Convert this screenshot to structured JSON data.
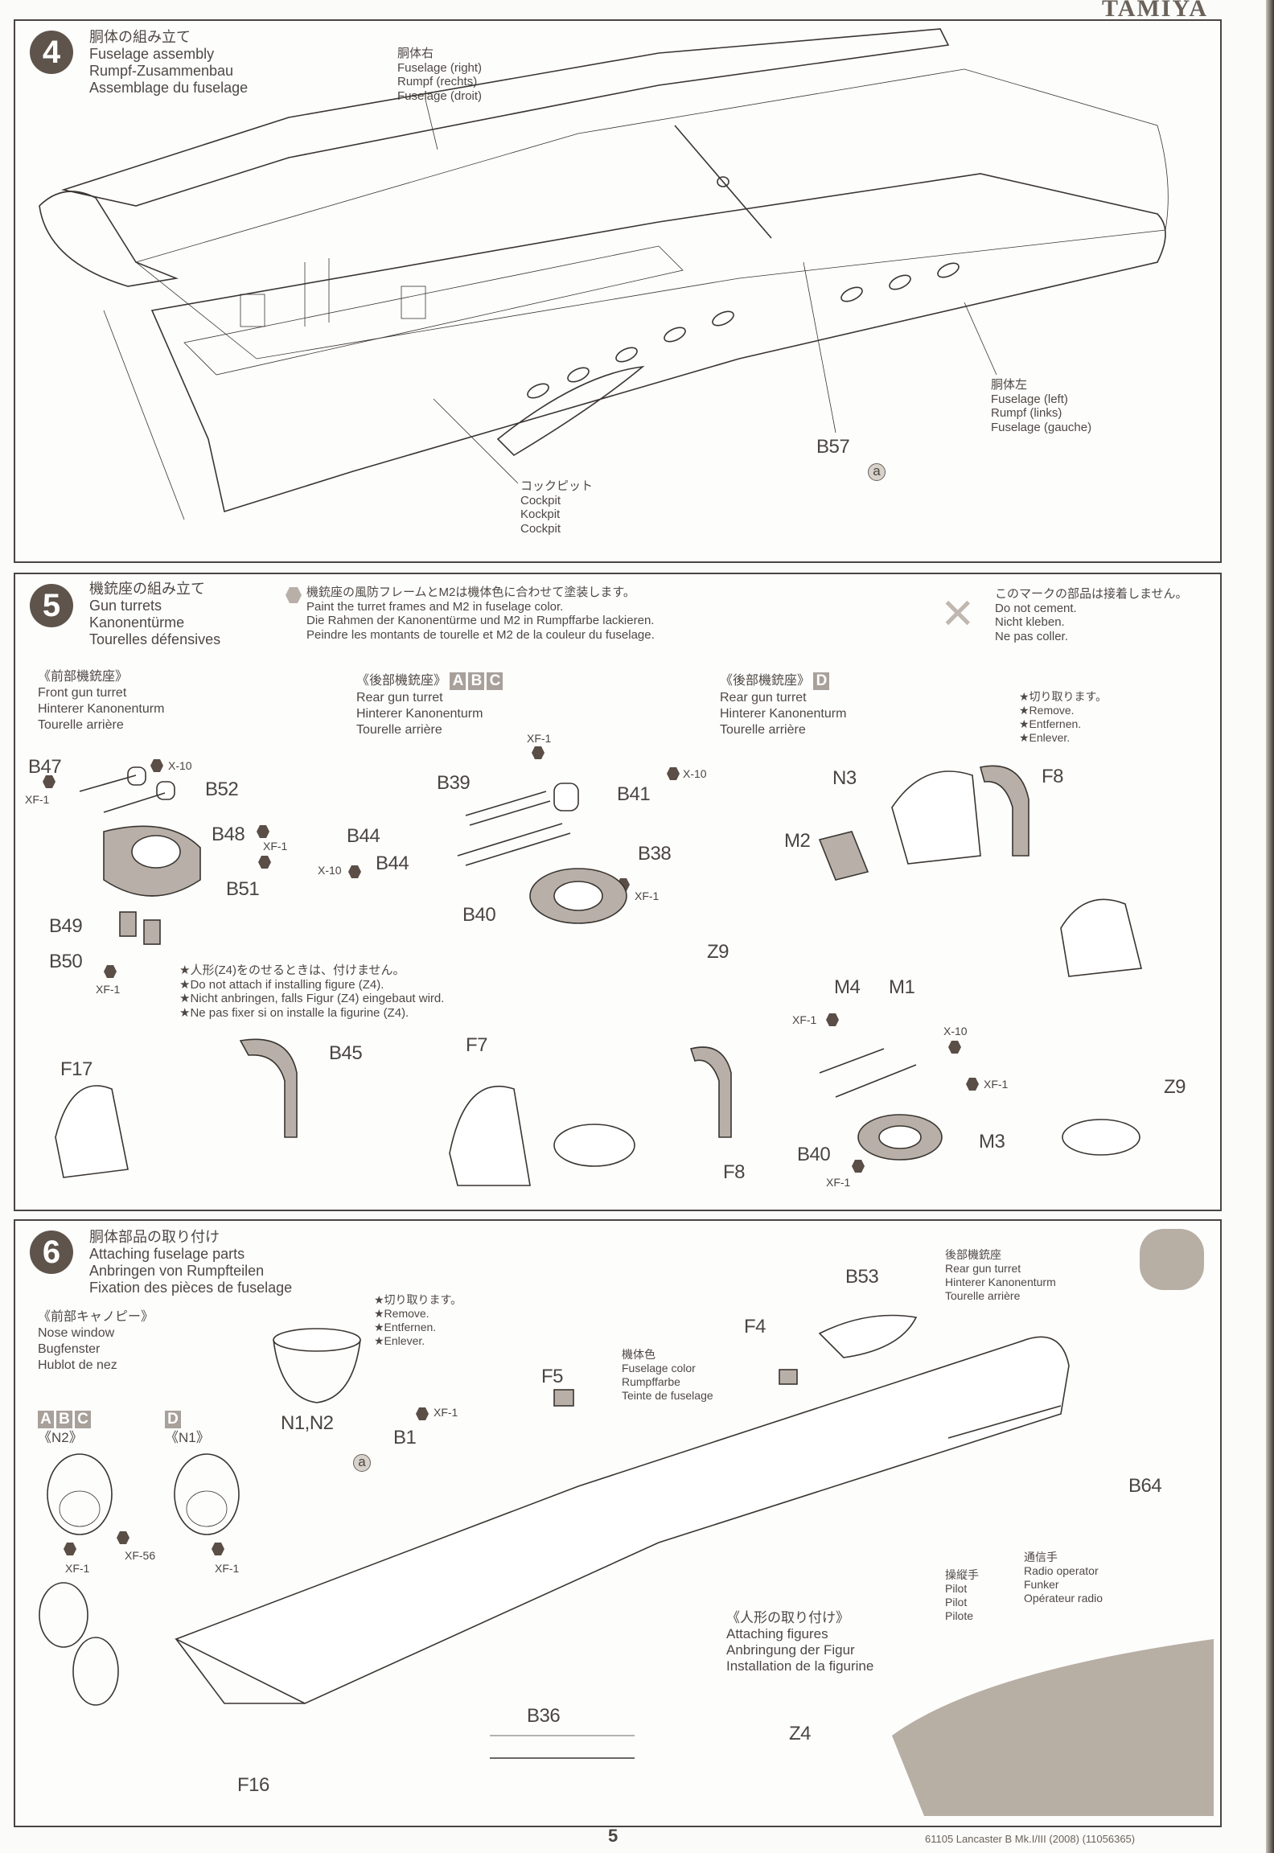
{
  "brand": "TAMIYA",
  "page_number": "5",
  "footer": "61105 Lancaster B Mk.I/III (2008) (11056365)",
  "step4": {
    "number": "4",
    "title": [
      "胴体の組み立て",
      "Fuselage assembly",
      "Rumpf-Zusammenbau",
      "Assemblage du fuselage"
    ],
    "fuselage_right": [
      "胴体右",
      "Fuselage (right)",
      "Rumpf (rechts)",
      "Fuselage (droit)"
    ],
    "fuselage_left": [
      "胴体左",
      "Fuselage (left)",
      "Rumpf (links)",
      "Fuselage (gauche)"
    ],
    "cockpit": [
      "コックピット",
      "Cockpit",
      "Kockpit",
      "Cockpit"
    ],
    "parts": {
      "b57": "B57",
      "marker_a": "a"
    }
  },
  "step5": {
    "number": "5",
    "title": [
      "機銃座の組み立て",
      "Gun turrets",
      "Kanonentürme",
      "Tourelles défensives"
    ],
    "paint_note": [
      "機銃座の風防フレームとM2は機体色に合わせて塗装します。",
      "Paint the turret frames and M2 in fuselage color.",
      "Die Rahmen der Kanonentürme und M2 in Rumpffarbe lackieren.",
      "Peindre les montants de tourelle et M2 de la couleur du fuselage."
    ],
    "no_cement": [
      "このマークの部品は接着しません。",
      "Do not cement.",
      "Nicht kleben.",
      "Ne pas coller."
    ],
    "front_turret": [
      "《前部機銃座》",
      "Front gun turret",
      "Hinterer Kanonenturm",
      "Tourelle arrière"
    ],
    "rear_turret_abc": {
      "heading": "《後部機銃座》",
      "variants": [
        "A",
        "B",
        "C"
      ],
      "lines": [
        "Rear gun turret",
        "Hinterer Kanonenturm",
        "Tourelle arrière"
      ]
    },
    "rear_turret_d": {
      "heading": "《後部機銃座》",
      "variants": [
        "D"
      ],
      "lines": [
        "Rear gun turret",
        "Hinterer Kanonenturm",
        "Tourelle arrière"
      ]
    },
    "remove_note": [
      "★切り取ります。",
      "★Remove.",
      "★Entfernen.",
      "★Enlever."
    ],
    "figure_note": [
      "★人形(Z4)をのせるときは、付けません。",
      "★Do not attach if installing figure (Z4).",
      "★Nicht anbringen, falls Figur (Z4) eingebaut wird.",
      "★Ne pas fixer si on installe la figurine (Z4)."
    ],
    "parts": {
      "b47": "B47",
      "b52": "B52",
      "b48": "B48",
      "b51": "B51",
      "b49": "B49",
      "b50": "B50",
      "b39": "B39",
      "b41": "B41",
      "b44a": "B44",
      "b44b": "B44",
      "b38": "B38",
      "b40": "B40",
      "z9": "Z9",
      "n3": "N3",
      "f8": "F8",
      "m2": "M2",
      "m4": "M4",
      "m1": "M1",
      "m3": "M3",
      "b40d": "B40",
      "z9d": "Z9",
      "f17": "F17",
      "b45": "B45",
      "f7": "F7",
      "f8b": "F8"
    },
    "paints": {
      "p1": "X-10",
      "p2": "XF-1",
      "p3": "XF-1",
      "p4": "XF-1",
      "p5": "XF-1",
      "p6": "X-10",
      "p7": "X-10",
      "p8": "XF-1",
      "p9": "XF-1",
      "p10": "X-10",
      "p11": "XF-1",
      "p12": "XF-1"
    }
  },
  "step6": {
    "number": "6",
    "title": [
      "胴体部品の取り付け",
      "Attaching fuselage parts",
      "Anbringen von Rumpfteilen",
      "Fixation des pièces de fuselage"
    ],
    "nose_window": [
      "《前部キャノピー》",
      "Nose window",
      "Bugfenster",
      "Hublot de nez"
    ],
    "remove_note": [
      "★切り取ります。",
      "★Remove.",
      "★Entfernen.",
      "★Enlever."
    ],
    "variant_abc": {
      "variants": [
        "A",
        "B",
        "C"
      ],
      "label": "《N2》"
    },
    "variant_d": {
      "variants": [
        "D"
      ],
      "label": "《N1》"
    },
    "fuselage_color": [
      "機体色",
      "Fuselage color",
      "Rumpffarbe",
      "Teinte de fuselage"
    ],
    "rear_turret": [
      "後部機銃座",
      "Rear gun turret",
      "Hinterer Kanonenturm",
      "Tourelle arrière"
    ],
    "attaching_figures": [
      "《人形の取り付け》",
      "Attaching figures",
      "Anbringung der Figur",
      "Installation de la figurine"
    ],
    "pilot": [
      "操縦手",
      "Pilot",
      "Pilot",
      "Pilote"
    ],
    "radio_operator": [
      "通信手",
      "Radio operator",
      "Funker",
      "Opérateur radio"
    ],
    "parts": {
      "n1n2": "N1,N2",
      "b1": "B1",
      "f5": "F5",
      "f4": "F4",
      "b53": "B53",
      "b64": "B64",
      "b36": "B36",
      "f16": "F16",
      "z4": "Z4",
      "marker_a": "a"
    },
    "paints": {
      "p1": "XF-1",
      "p2": "XF-56",
      "p3": "XF-1",
      "p4": "XF-1"
    }
  }
}
